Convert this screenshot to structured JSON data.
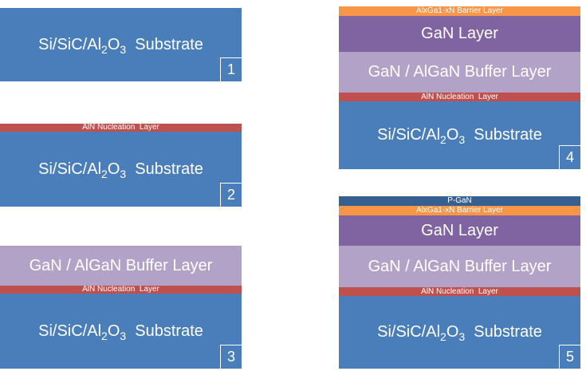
{
  "colors": {
    "substrate": "#4a7ebb",
    "nucleation": "#c0504d",
    "buffer": "#b3a2c7",
    "gan": "#8064a2",
    "barrier": "#f79646",
    "pgan": "#376092"
  },
  "labels": {
    "substrate_prefix": "Si/SiC/Al",
    "substrate_sub2": "2",
    "substrate_mid": "O",
    "substrate_sub3": "3",
    "substrate_suffix": "  Substrate",
    "nucleation": "AlN Nucleation  Layer",
    "buffer": "GaN / AlGaN Buffer Layer",
    "gan": "GaN Layer",
    "barrier": "AlxGa1-xN Barrier Layer",
    "pgan": "P-GaN"
  },
  "steps": [
    {
      "number": "1"
    },
    {
      "number": "2"
    },
    {
      "number": "3"
    },
    {
      "number": "4"
    },
    {
      "number": "5"
    }
  ]
}
